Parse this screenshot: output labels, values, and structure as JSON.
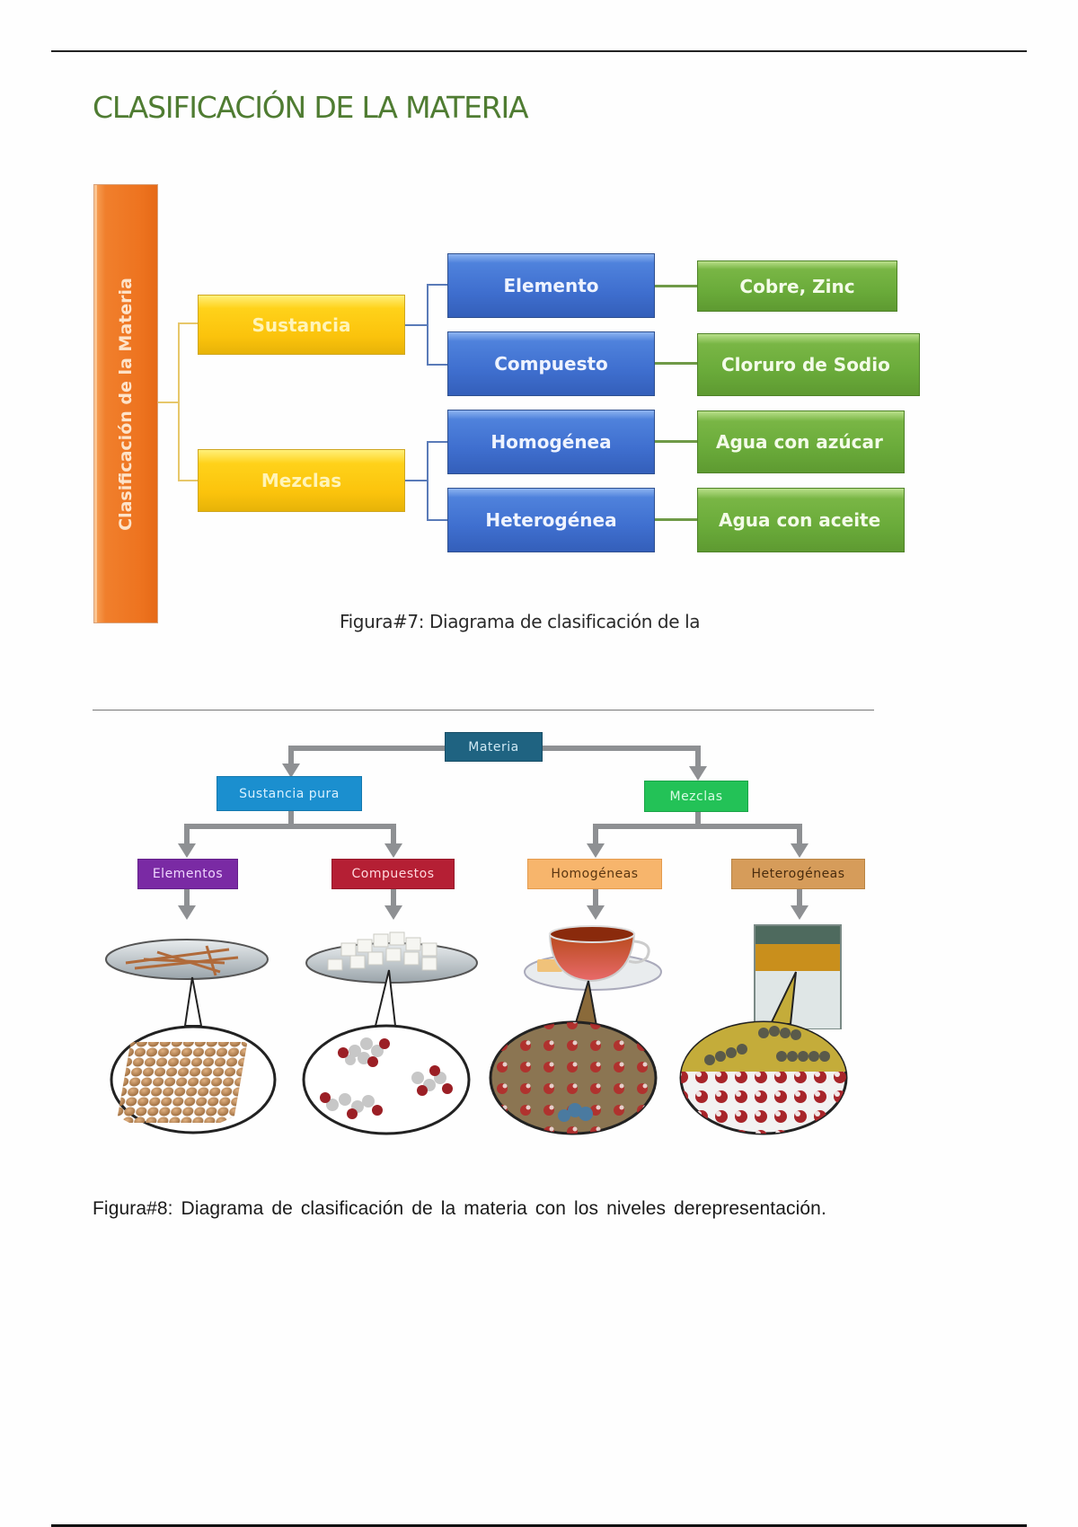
{
  "page": {
    "title": "CLASIFICACIÓN DE LA MATERIA"
  },
  "figure7": {
    "root": "Clasificación de la Materia",
    "level1": [
      "Sustancia",
      "Mezclas"
    ],
    "level2": [
      "Elemento",
      "Compuesto",
      "Homogénea",
      "Heterogénea"
    ],
    "examples": [
      "Cobre, Zinc",
      "Cloruro de Sodio",
      "Agua con azúcar",
      "Agua con aceite"
    ],
    "caption": "Figura#7: Diagrama de clasificación de la",
    "colors": {
      "root": "#ee7420",
      "level1": "#fbc30c",
      "level2": "#3f6fcf",
      "examples": "#6aab3a"
    }
  },
  "figure8": {
    "root": "Materia",
    "level1": [
      "Sustancia pura",
      "Mezclas"
    ],
    "level2": [
      "Elementos",
      "Compuestos",
      "Homogéneas",
      "Heterogéneas"
    ],
    "illustrations": [
      {
        "name": "copper-wires",
        "macro": "plate with copper wires",
        "micro": "metal atom lattice"
      },
      {
        "name": "sugar-cubes",
        "macro": "plate with sugar cubes",
        "micro": "sugar molecules"
      },
      {
        "name": "tea-cup",
        "macro": "cup of tea with sugar",
        "micro": "dissolved particles"
      },
      {
        "name": "oil-water-glass",
        "macro": "glass of water and oil",
        "micro": "separated layers"
      }
    ],
    "caption": "Figura#8: Diagrama de clasificación de la materia con los niveles derepresentación.",
    "colors": {
      "materia": "#1f6381",
      "sustancia_pura": "#1b8fcf",
      "mezclas": "#23c257",
      "elementos": "#7a2aa4",
      "compuestos": "#b51f34",
      "homogeneas": "#f7b56c",
      "heterogeneas": "#d69c5a"
    }
  }
}
